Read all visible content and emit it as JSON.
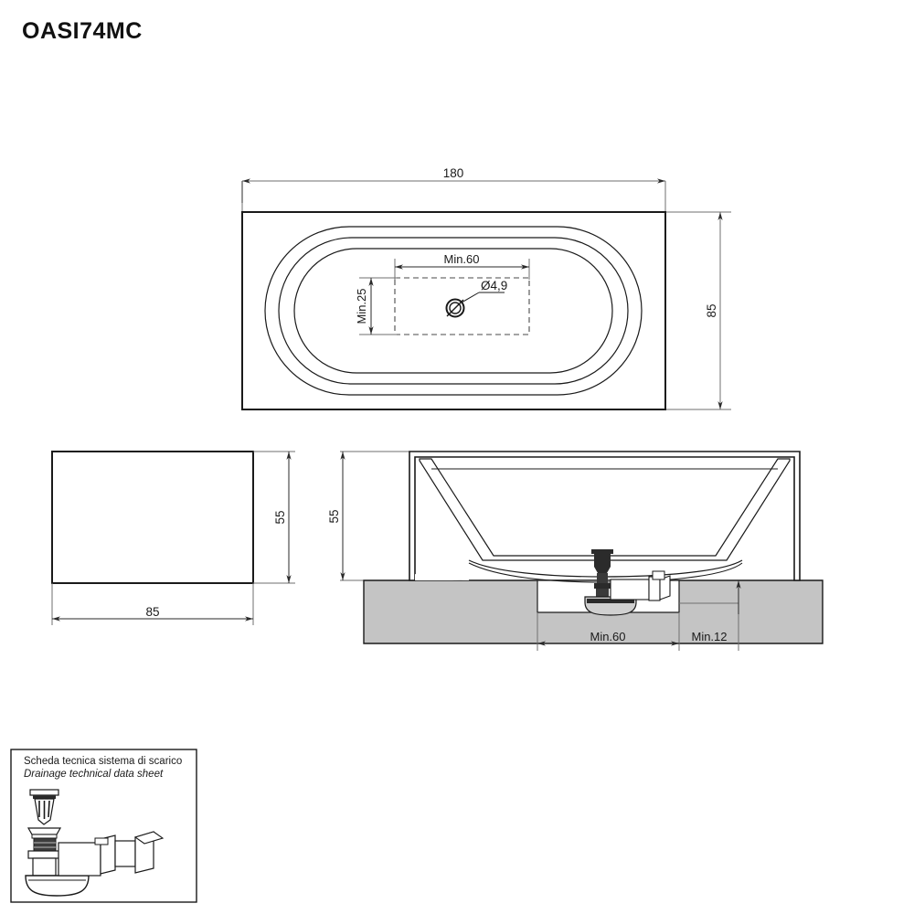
{
  "document": {
    "title": "OASI74MC",
    "type": "technical-drawing",
    "product": "bathtub"
  },
  "views": {
    "plan": {
      "name": "top-plan-view",
      "width_label": "180",
      "height_label": "85",
      "drain_zone_width_label": "Min.60",
      "drain_zone_height_label": "Min.25",
      "drain_diameter_label": "Ø4,9"
    },
    "side": {
      "name": "side-elevation-view",
      "width_label": "85",
      "height_label": "55"
    },
    "front": {
      "name": "front-section-view",
      "height_label": "55",
      "floor_left_label": "Min.60",
      "floor_right_label": "Min.12"
    }
  },
  "legend": {
    "title_it": "Scheda tecnica sistema di scarico",
    "title_en": "Drainage technical data sheet"
  },
  "colors": {
    "line": "#1a1a1a",
    "dimension_line": "#6f6f6f",
    "floor_fill": "#c4c4c4",
    "drain_dark": "#2b2b2b",
    "background": "#ffffff"
  }
}
